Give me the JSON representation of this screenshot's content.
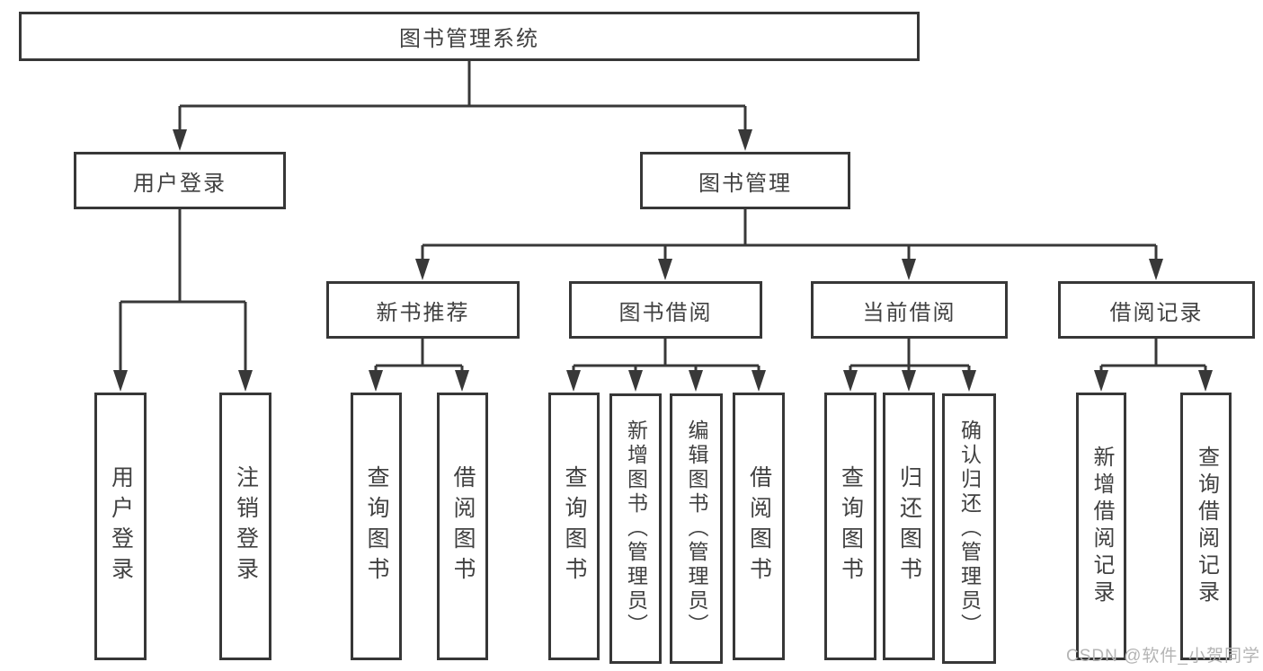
{
  "colors": {
    "line": "#383838",
    "box_border": "#373737",
    "text": "#414141",
    "watermark": "#b4b4b4",
    "background": "#ffffff"
  },
  "watermark": "CSDN @软件_小贺同学",
  "tree": {
    "root": "图书管理系统",
    "user_login": {
      "label": "用户登录",
      "children": [
        "用户登录",
        "注销登录"
      ]
    },
    "book_management": {
      "label": "图书管理"
    },
    "new_book": {
      "label": "新书推荐",
      "children": [
        "查询图书",
        "借阅图书"
      ]
    },
    "borrow": {
      "label": "图书借阅",
      "children": [
        "查询图书",
        "新增图书（管理员）",
        "编辑图书（管理员）",
        "借阅图书"
      ]
    },
    "current": {
      "label": "当前借阅",
      "children": [
        "查询图书",
        "归还图书",
        "确认归还（管理员）"
      ]
    },
    "records": {
      "label": "借阅记录",
      "children": [
        "新增借阅记录",
        "查询借阅记录"
      ]
    }
  }
}
